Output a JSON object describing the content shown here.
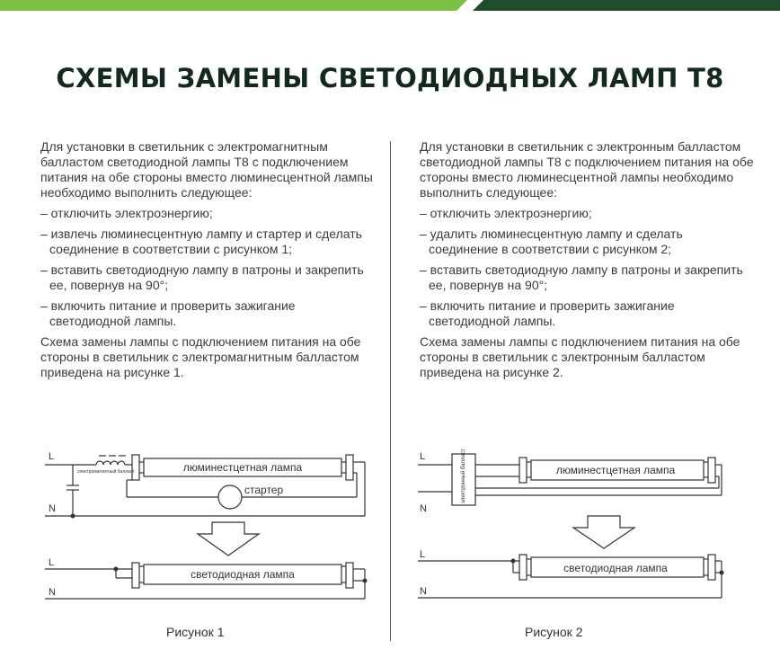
{
  "title": "СХЕМЫ ЗАМЕНЫ СВЕТОДИОДНЫХ ЛАМП Т8",
  "colors": {
    "green_bright": "#7ac143",
    "green_dark": "#1e4d2b",
    "title": "#13291c"
  },
  "left": {
    "intro": "Для установки в светильник с электромагнитным балластом светодиодной лампы Т8 с подключением питания на обе стороны вместо люминесцентной лампы необходимо выполнить следующее:",
    "steps": [
      "– отключить электроэнергию;",
      "– извлечь люминесцентную лампу и стартер и сделать соединение в соответствии с рисунком 1;",
      "– вставить светодиодную лампу в патроны и закрепить ее, повернув на 90°;",
      "– включить питание и проверить зажигание светодиодной лампы."
    ],
    "outro": "Схема замены лампы с подключением питания на обе стороны в светильник с электромагнитным балластом приведена на рисунке 1.",
    "diagram": {
      "L": "L",
      "N": "N",
      "ballast": "электромагнитный балласт",
      "old_lamp": "люминестцетная лампа",
      "starter": "стартер",
      "new_lamp": "светодиодная лампа"
    },
    "caption": "Рисунок 1"
  },
  "right": {
    "intro": "Для установки в светильник с электронным балластом светодиодной лампы Т8 с подключением питания на обе стороны вместо люминесцентной лампы необходимо выполнить следующее:",
    "steps": [
      "– отключить электроэнергию;",
      "– удалить люминесцентную лампу и сделать соединение в соответствии с рисунком 2;",
      "– вставить светодиодную лампу в патроны и закрепить ее, повернув на 90°;",
      "– включить питание и проверить зажигание светодиодной лампы."
    ],
    "outro": "Схема замены лампы с подключением питания на обе стороны в светильник с электронным балластом приведена на рисунке 2.",
    "diagram": {
      "L": "L",
      "N": "N",
      "ballast": "электронный балласт",
      "old_lamp": "люминестцетная лампа",
      "new_lamp": "светодиодная лампа"
    },
    "caption": "Рисунок 2"
  }
}
